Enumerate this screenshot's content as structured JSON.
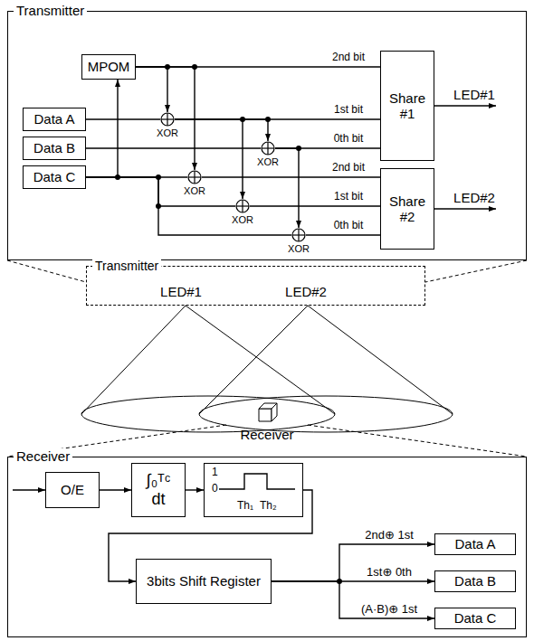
{
  "diagram": {
    "nodes": [
      {
        "text": [
          "Transmitter"
        ]
      },
      {
        "text": [
          "MPOM"
        ],
        "in": 0
      },
      {
        "text": [
          "Data A"
        ],
        "in": 0
      },
      {
        "text": [
          "Data B"
        ],
        "in": 0
      },
      {
        "text": [
          "Data C"
        ],
        "in": 0
      },
      {
        "text": [
          "XOR"
        ],
        "in": 0
      },
      {
        "text": [
          "XOR"
        ],
        "in": 0
      },
      {
        "text": [
          "XOR"
        ],
        "in": 0
      },
      {
        "text": [
          "XOR"
        ],
        "in": 0
      },
      {
        "text": [
          "XOR"
        ],
        "in": 0
      },
      {
        "text": [
          "Share #1"
        ],
        "in": 0
      },
      {
        "text": [
          "Share #2"
        ],
        "in": 0
      },
      {
        "text": [
          "Transmitter"
        ]
      },
      {
        "text": [
          "Receiver"
        ]
      },
      {
        "text": [
          "O/E"
        ],
        "in": 13
      },
      {
        "text": [
          "∫₀ᵀᶜ dt"
        ],
        "in": 13
      },
      {
        "text": [
          "1",
          "0",
          "Th₁",
          "Th₂"
        ],
        "in": 13
      },
      {
        "text": [
          "3bits Shift Register"
        ],
        "in": 13
      },
      {
        "text": [
          "Data A"
        ],
        "in": 13
      },
      {
        "text": [
          "Data B"
        ],
        "in": 13
      },
      {
        "text": [
          "Data C"
        ],
        "in": 13
      }
    ],
    "edges": [
      {
        "from": 1,
        "to": 10,
        "arrow": "none",
        "label": "2nd bit"
      },
      {
        "from": 1,
        "to": 5,
        "arrow": "to"
      },
      {
        "from": 1,
        "to": 7,
        "arrow": "to"
      },
      {
        "from": 2,
        "to": 5,
        "arrow": "none"
      },
      {
        "from": 5,
        "to": 10,
        "arrow": "none",
        "label": "1st bit"
      },
      {
        "from": 5,
        "to": 8,
        "arrow": "to"
      },
      {
        "from": 5,
        "to": 6,
        "arrow": "to"
      },
      {
        "from": 3,
        "to": 6,
        "arrow": "none"
      },
      {
        "from": 6,
        "to": 10,
        "arrow": "none",
        "label": "0th bit"
      },
      {
        "from": 6,
        "to": 9,
        "arrow": "to"
      },
      {
        "from": 4,
        "to": 1,
        "arrow": "to"
      },
      {
        "from": 4,
        "to": 7,
        "arrow": "none"
      },
      {
        "from": 4,
        "to": 8,
        "arrow": "none"
      },
      {
        "from": 4,
        "to": 9,
        "arrow": "none"
      },
      {
        "from": 7,
        "to": 11,
        "arrow": "none",
        "label": "2nd bit"
      },
      {
        "from": 8,
        "to": 11,
        "arrow": "none",
        "label": "1st bit"
      },
      {
        "from": 9,
        "to": 11,
        "arrow": "none",
        "label": "0th bit"
      },
      {
        "from": 14,
        "to": 15,
        "arrow": "to"
      },
      {
        "from": 15,
        "to": 16,
        "arrow": "to"
      },
      {
        "from": 16,
        "to": 17,
        "arrow": "to"
      },
      {
        "from": 17,
        "to": 18,
        "arrow": "to",
        "label": "2nd⊕ 1st"
      },
      {
        "from": 17,
        "to": 19,
        "arrow": "to",
        "label": "1st⊕ 0th"
      },
      {
        "from": 17,
        "to": 20,
        "arrow": "to",
        "label": "(A·B)⊕ 1st"
      }
    ],
    "labels": [
      "LED#1",
      "LED#2",
      "LED#1",
      "LED#2",
      "Receiver"
    ]
  }
}
